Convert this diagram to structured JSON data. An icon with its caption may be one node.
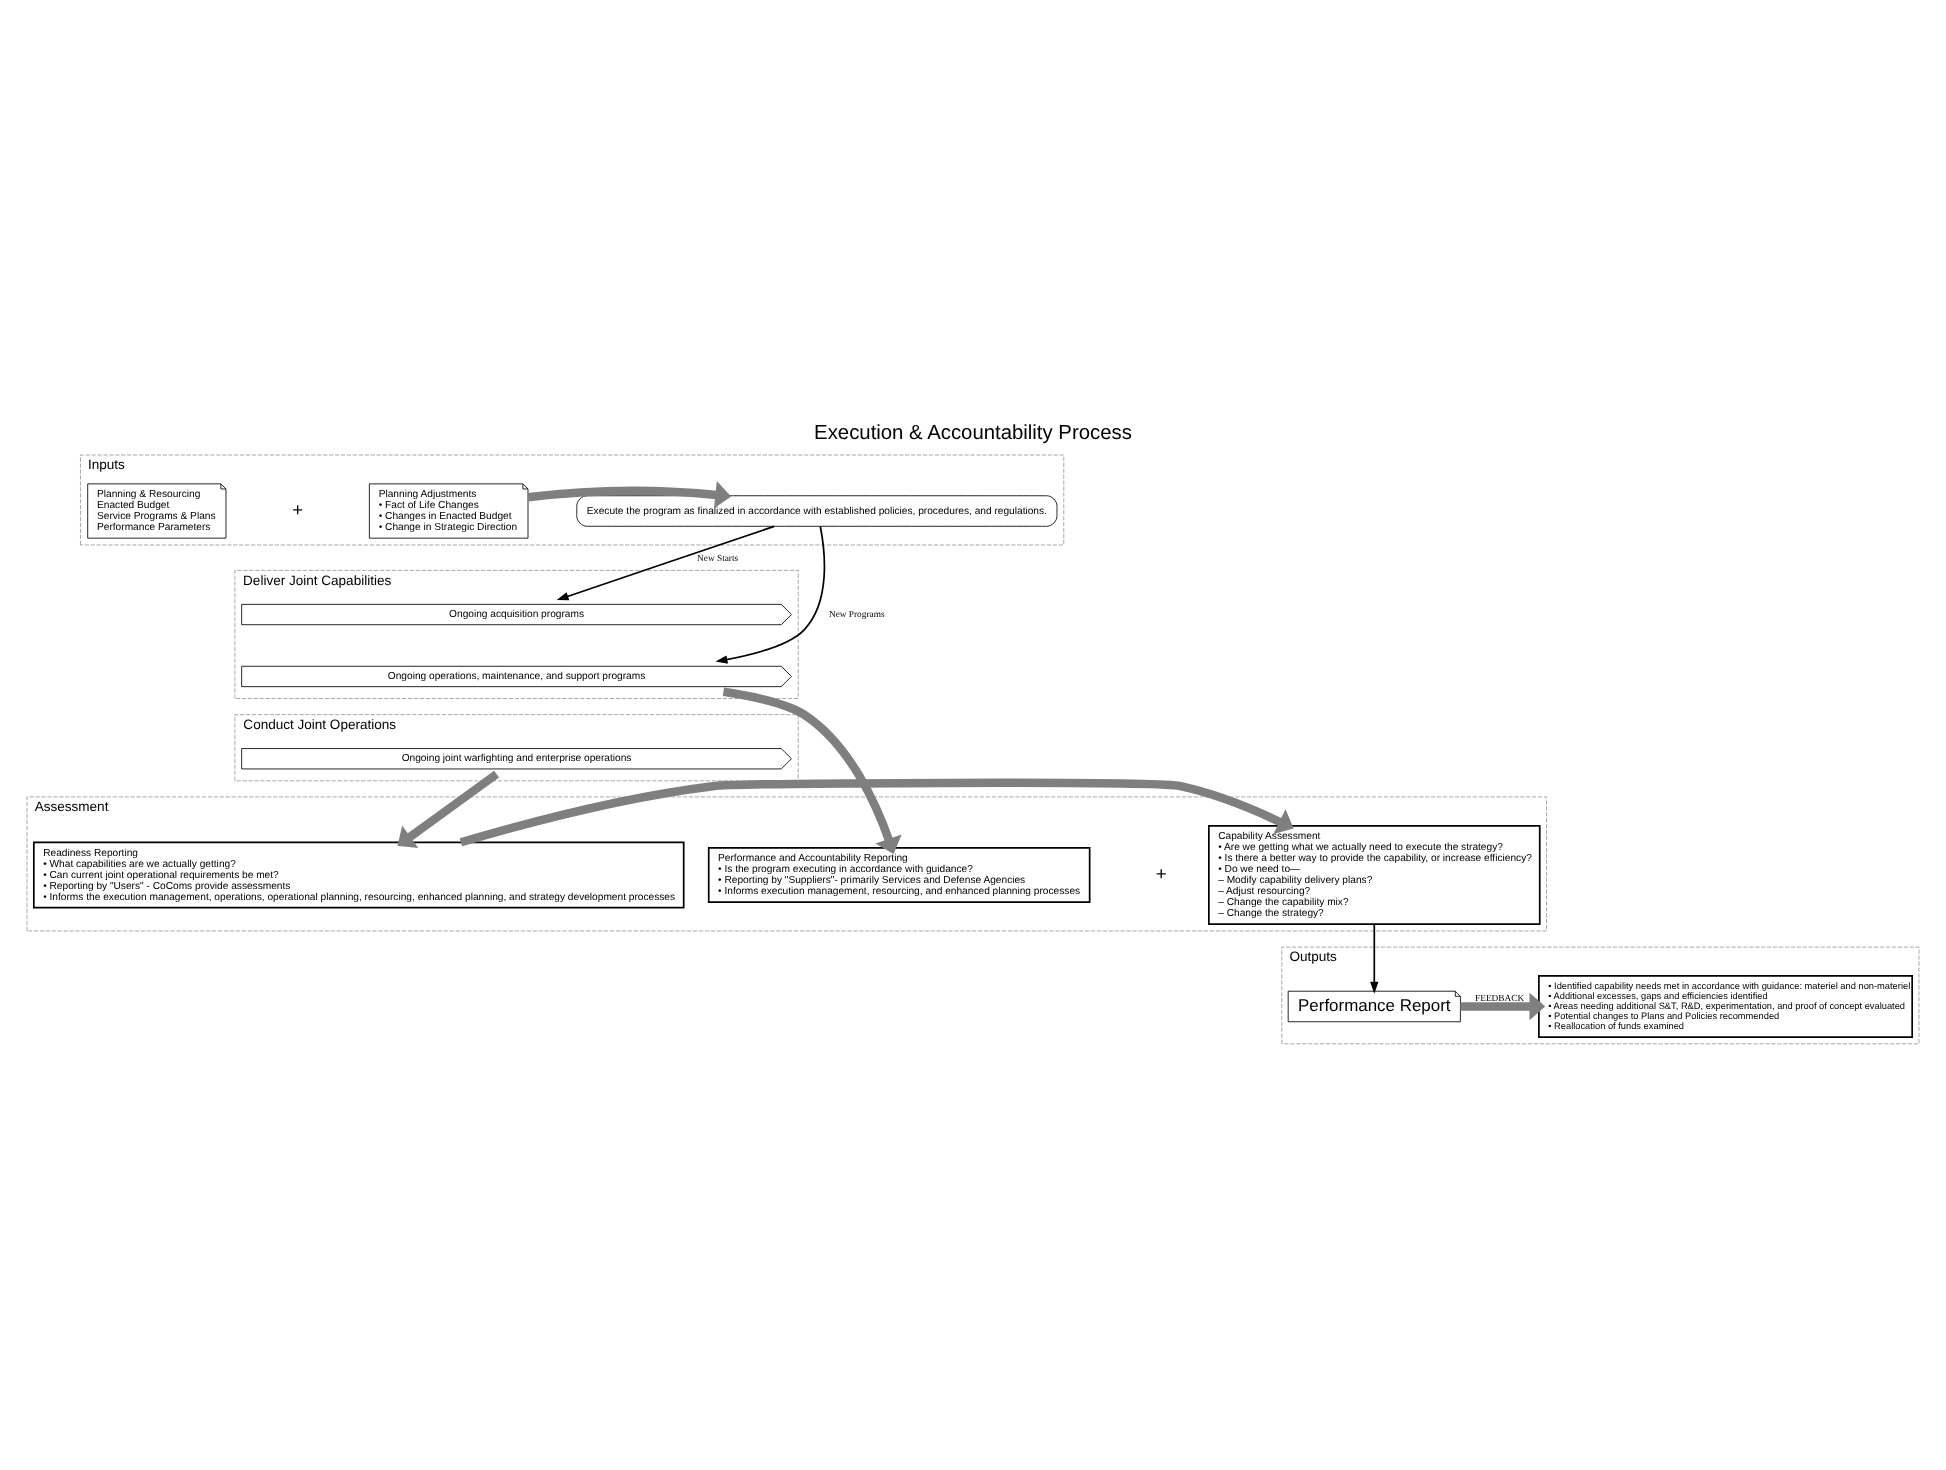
{
  "diagram": {
    "title": "Execution & Accountability Process",
    "nodes": [
      {
        "text": [
          "Inputs"
        ]
      },
      {
        "text": [
          "Planning & Resourcing",
          "Enacted Budget",
          "Service Programs & Plans",
          "Performance Parameters"
        ],
        "in": 0
      },
      {
        "text": [
          "Planning Adjustments",
          "• Fact of Life Changes",
          "• Changes in Enacted Budget",
          "• Change in Strategic Direction"
        ],
        "in": 0
      },
      {
        "text": [
          "Execute the program as finalized in accordance with established policies, procedures, and regulations."
        ],
        "in": 0
      },
      {
        "text": [
          "Deliver Joint Capabilities"
        ]
      },
      {
        "text": [
          "Ongoing acquisition programs"
        ],
        "in": 4
      },
      {
        "text": [
          "Ongoing operations, maintenance, and support programs"
        ],
        "in": 4
      },
      {
        "text": [
          "Conduct Joint Operations"
        ]
      },
      {
        "text": [
          "Ongoing joint warfighting and enterprise operations"
        ],
        "in": 7
      },
      {
        "text": [
          "Assessment"
        ]
      },
      {
        "text": [
          "Performance and Accountability Reporting",
          "• Is the program executing in accordance with guidance?",
          "• Reporting by \"Suppliers\"- primarily Services and Defense Agencies",
          "• Informs execution management, resourcing, and enhanced planning processes"
        ],
        "in": 9
      },
      {
        "text": [
          "Readiness Reporting",
          "• What capabilities are we actually getting?",
          "• Can current joint operational requirements be met?",
          "• Reporting by \"Users\" - CoComs provide assessments",
          "• Informs the execution management, operations, operational planning, resourcing, enhanced planning, and strategy development processes"
        ],
        "in": 9
      },
      {
        "text": [
          "Capability Assessment",
          "• Are we getting what we actually need to execute the strategy?",
          "• Is there a better way to provide the capability, or increase efficiency?",
          "• Do we need to—",
          "– Modify capability delivery plans?",
          "– Adjust resourcing?",
          "– Change the capability mix?",
          "– Change the strategy?"
        ],
        "in": 9
      },
      {
        "text": [
          "Outputs"
        ]
      },
      {
        "text": [
          "Performance Report"
        ],
        "in": 13
      },
      {
        "text": [
          "• Identified capability needs met in accordance with guidance: materiel and non-materiel",
          "• Additional excesses, gaps and efficiencies identified",
          "• Areas needing additional S&T, R&D, experimentation, and proof of concept evaluated",
          "• Potential changes to Plans and Policies recommended",
          "• Reallocation of funds examined"
        ],
        "in": 13
      }
    ],
    "edges": [
      {
        "from": 2,
        "to": 3,
        "arrow": "to"
      },
      {
        "from": 3,
        "to": 5,
        "arrow": "to",
        "label": "New Starts",
        "color": "#000000"
      },
      {
        "from": 3,
        "to": 6,
        "arrow": "to",
        "label": "New Programs",
        "color": "#000000"
      },
      {
        "from": 6,
        "to": 10,
        "arrow": "to"
      },
      {
        "from": 8,
        "to": 11,
        "arrow": "to"
      },
      {
        "from": 11,
        "to": 12,
        "arrow": "to"
      },
      {
        "from": 12,
        "to": 14,
        "arrow": "to",
        "color": "#000000"
      },
      {
        "from": 14,
        "to": 15,
        "arrow": "to",
        "label": "FEEDBACK"
      }
    ],
    "labels": [
      "+",
      "+"
    ]
  }
}
